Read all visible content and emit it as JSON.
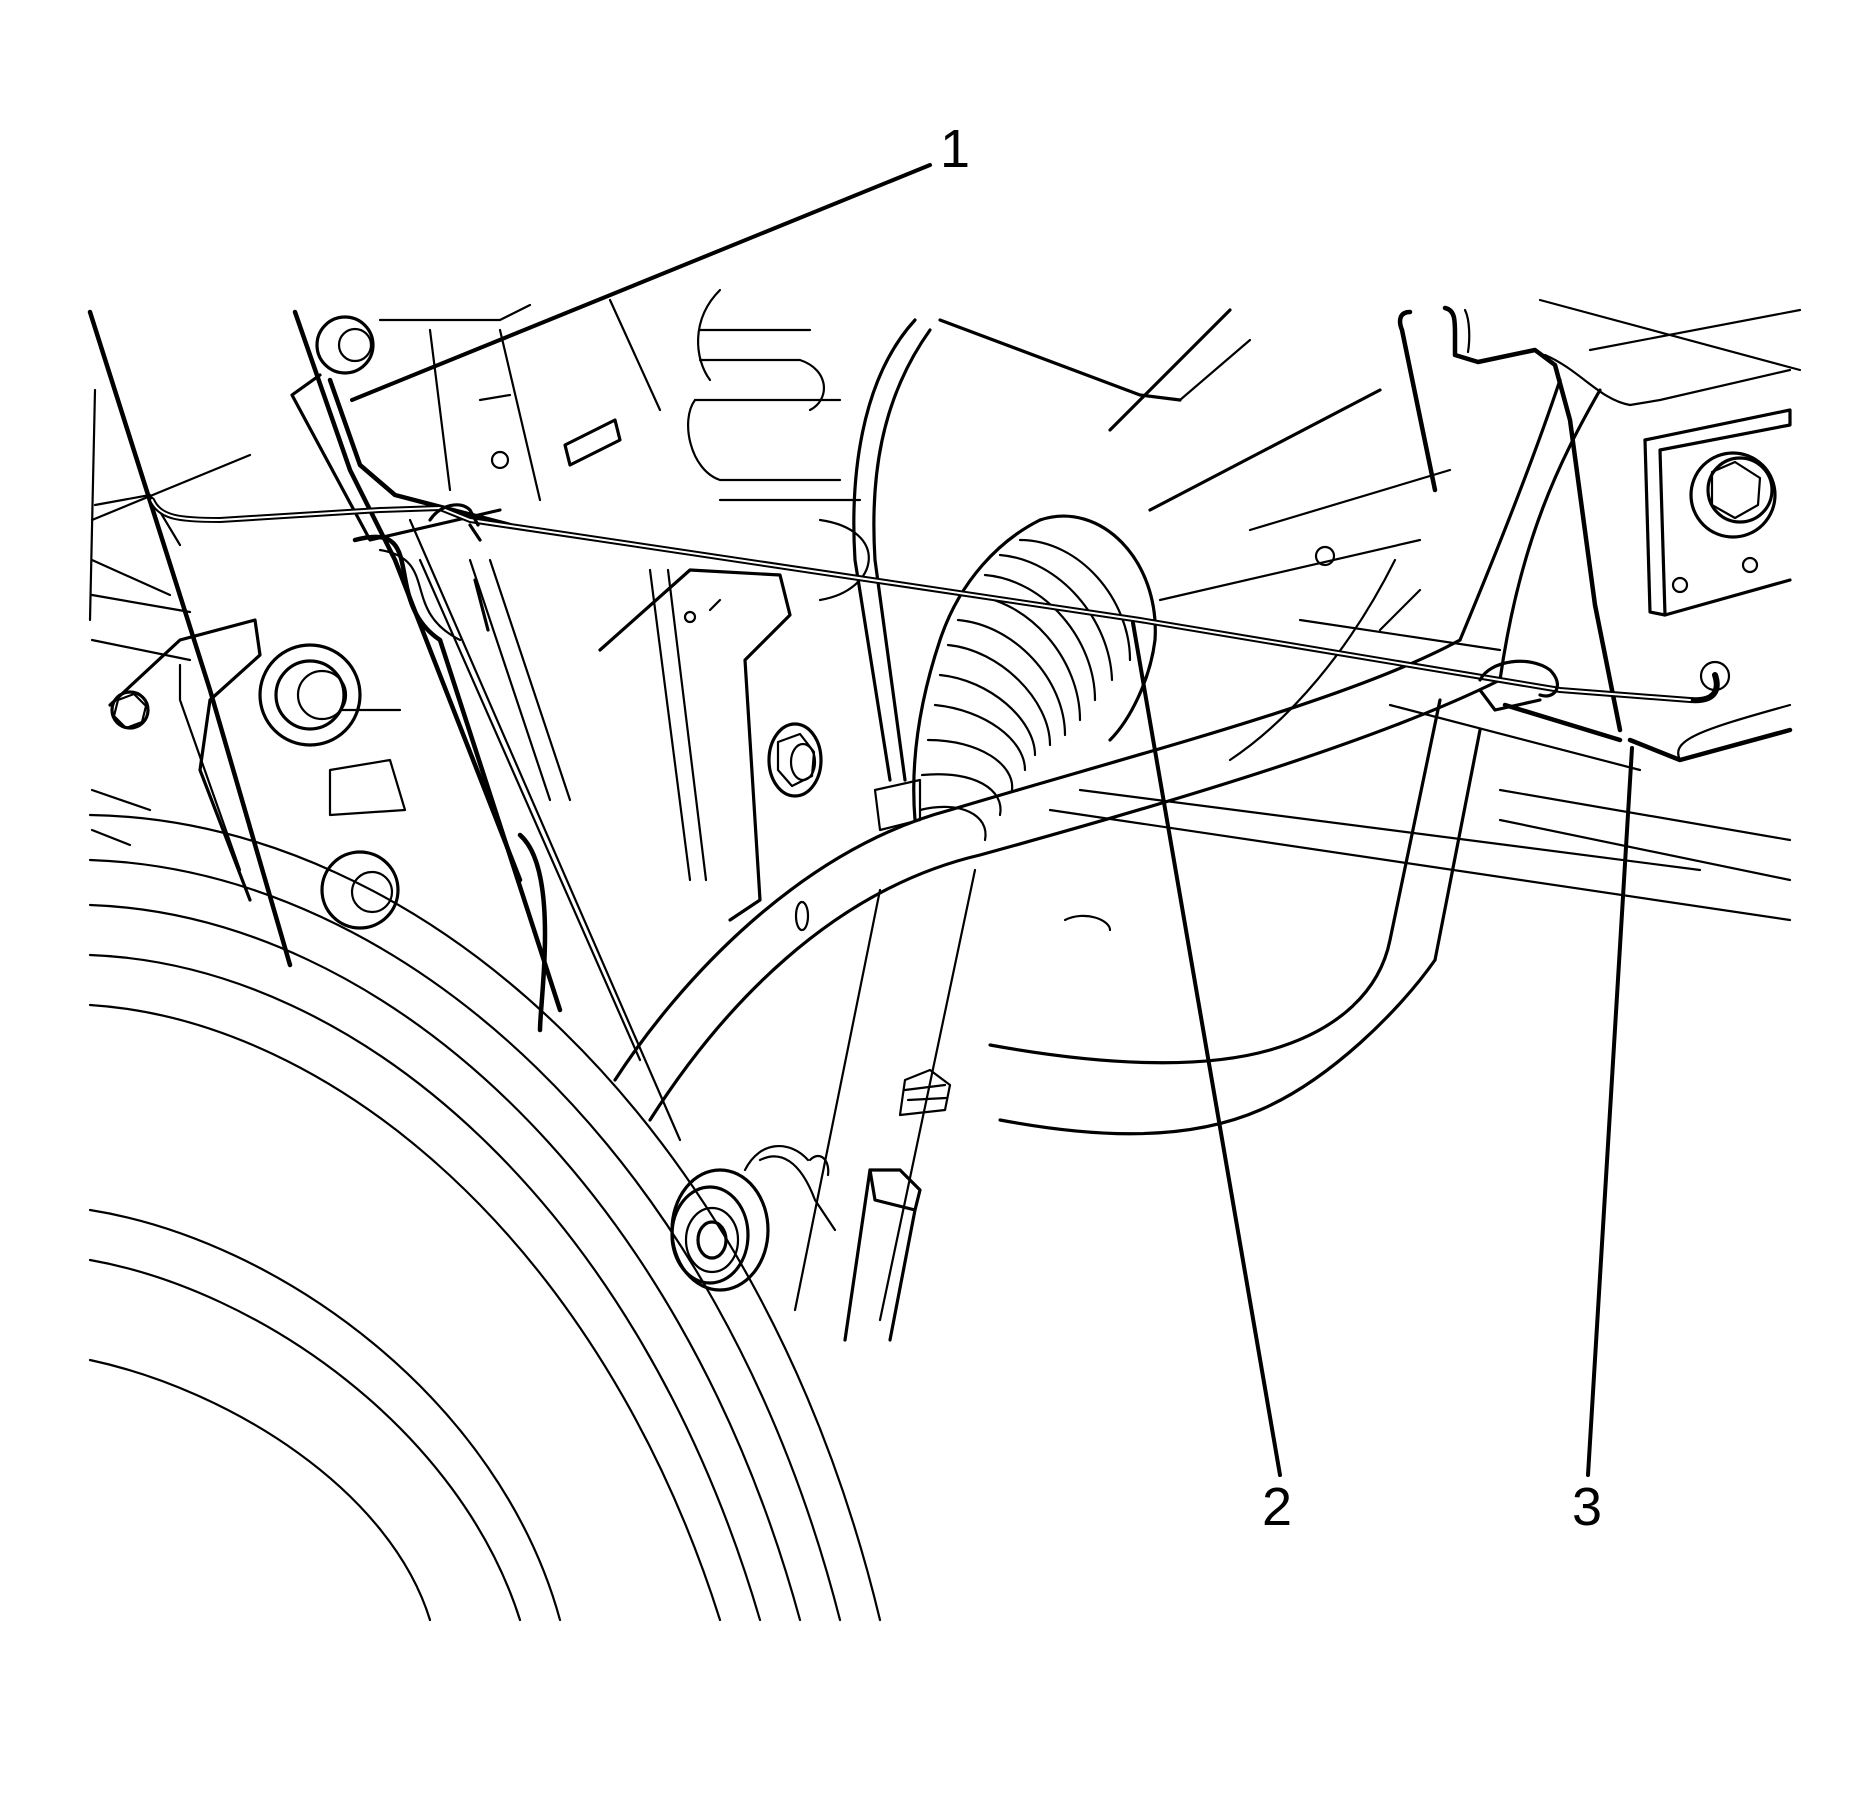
{
  "diagram": {
    "type": "technical-line-drawing",
    "subject": "vehicle front underbody with wire/harness routed across frame, steering rack boot, stabilizer bar and tie rod end",
    "line_color": "#000000",
    "background_color": "#ffffff"
  },
  "callouts": [
    {
      "id": "1",
      "label": "1",
      "target": "wire bracket / clip at left frame rail"
    },
    {
      "id": "2",
      "label": "2",
      "target": "wire routed across crossmember"
    },
    {
      "id": "3",
      "label": "3",
      "target": "wire clip / hook at right frame rail"
    }
  ]
}
